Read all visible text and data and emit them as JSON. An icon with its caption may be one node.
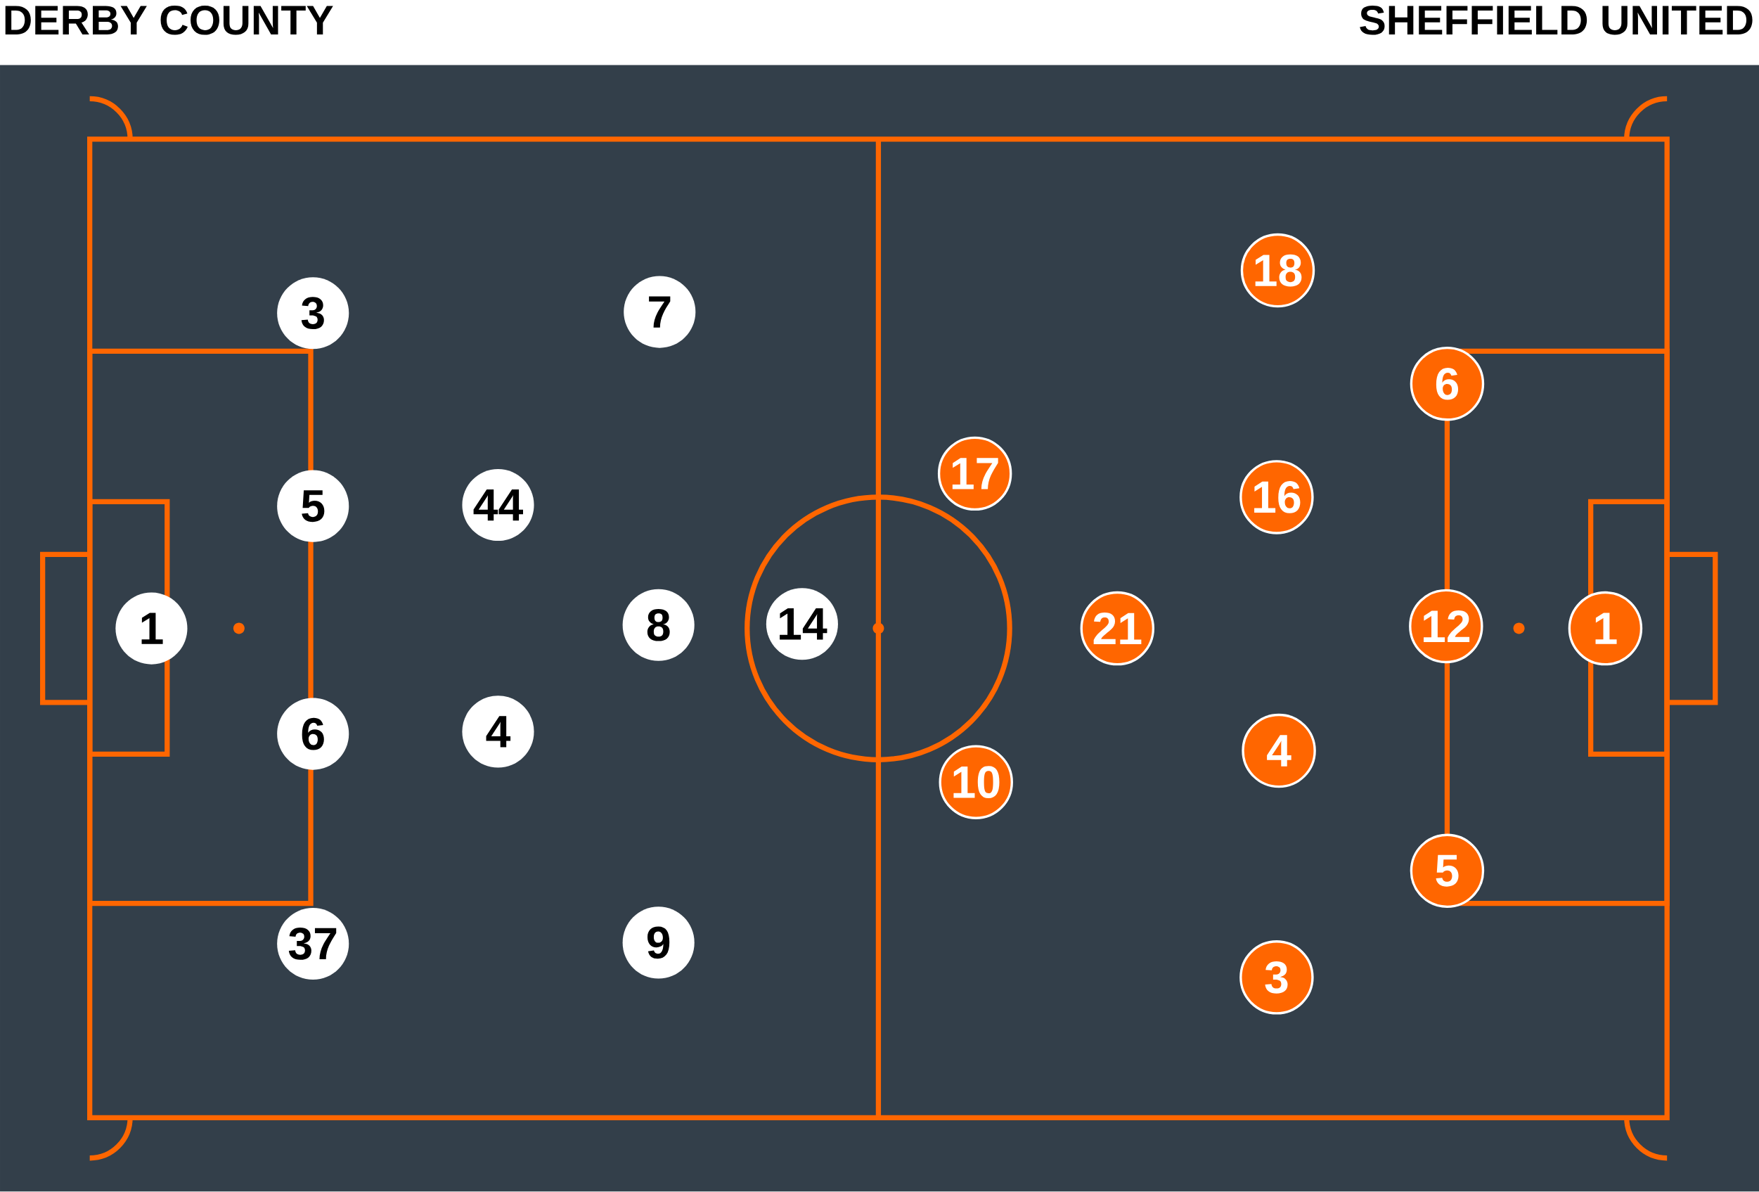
{
  "diagram": {
    "nodes": [
      {
        "text": [
          "1"
        ]
      },
      {
        "text": [
          "3"
        ]
      },
      {
        "text": [
          "5"
        ]
      },
      {
        "text": [
          "6"
        ]
      },
      {
        "text": [
          "37"
        ]
      },
      {
        "text": [
          "44"
        ]
      },
      {
        "text": [
          "4"
        ]
      },
      {
        "text": [
          "7"
        ]
      },
      {
        "text": [
          "8"
        ]
      },
      {
        "text": [
          "9"
        ]
      },
      {
        "text": [
          "14"
        ]
      },
      {
        "text": [
          "17"
        ]
      },
      {
        "text": [
          "10"
        ]
      },
      {
        "text": [
          "21"
        ]
      },
      {
        "text": [
          "18"
        ]
      },
      {
        "text": [
          "16"
        ]
      },
      {
        "text": [
          "4"
        ]
      },
      {
        "text": [
          "3"
        ]
      },
      {
        "text": [
          "6"
        ]
      },
      {
        "text": [
          "12"
        ]
      },
      {
        "text": [
          "5"
        ]
      },
      {
        "text": [
          "1"
        ]
      }
    ],
    "labels": [
      "DERBY COUNTY",
      "SHEFFIELD UNITED"
    ]
  }
}
